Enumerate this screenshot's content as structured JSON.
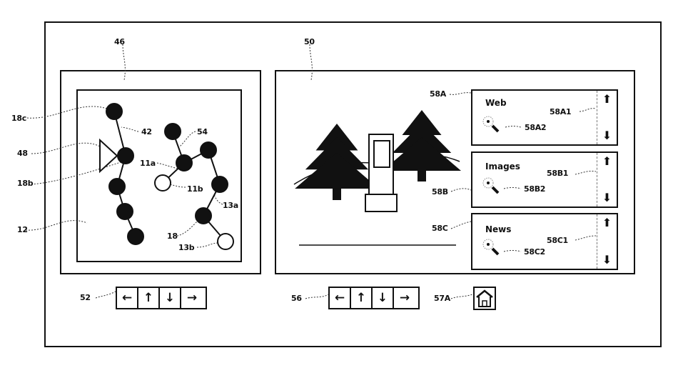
{
  "reference_numerals": {
    "outer_left_panel": "46",
    "outer_right_panel": "50",
    "node_18c": "18c",
    "pointer_48": "48",
    "node_18b": "18b",
    "map_area_12": "12",
    "edge_42": "42",
    "node_54": "54",
    "node_11a": "11a",
    "node_11b": "11b",
    "node_13a": "13a",
    "path_18": "18",
    "node_13b": "13b",
    "left_nav": "52",
    "right_nav": "56",
    "home": "57A"
  },
  "result_panels": [
    {
      "ref": "58A",
      "title": "Web",
      "scroll_ref": "58A1",
      "icon_ref": "58A2",
      "icon": "magic-wand-icon"
    },
    {
      "ref": "58B",
      "title": "Images",
      "scroll_ref": "58B1",
      "icon_ref": "58B2",
      "icon": "magic-wand-icon"
    },
    {
      "ref": "58C",
      "title": "News",
      "scroll_ref": "58C1",
      "icon_ref": "58C2",
      "icon": "magic-wand-icon"
    }
  ],
  "nav_buttons": [
    {
      "name": "left",
      "glyph": "←"
    },
    {
      "name": "up",
      "glyph": "↑"
    },
    {
      "name": "down",
      "glyph": "↓"
    },
    {
      "name": "right",
      "glyph": "→"
    }
  ],
  "scroll_glyphs": {
    "up": "⬆",
    "down": "⬇"
  },
  "home_icon": "home-icon"
}
